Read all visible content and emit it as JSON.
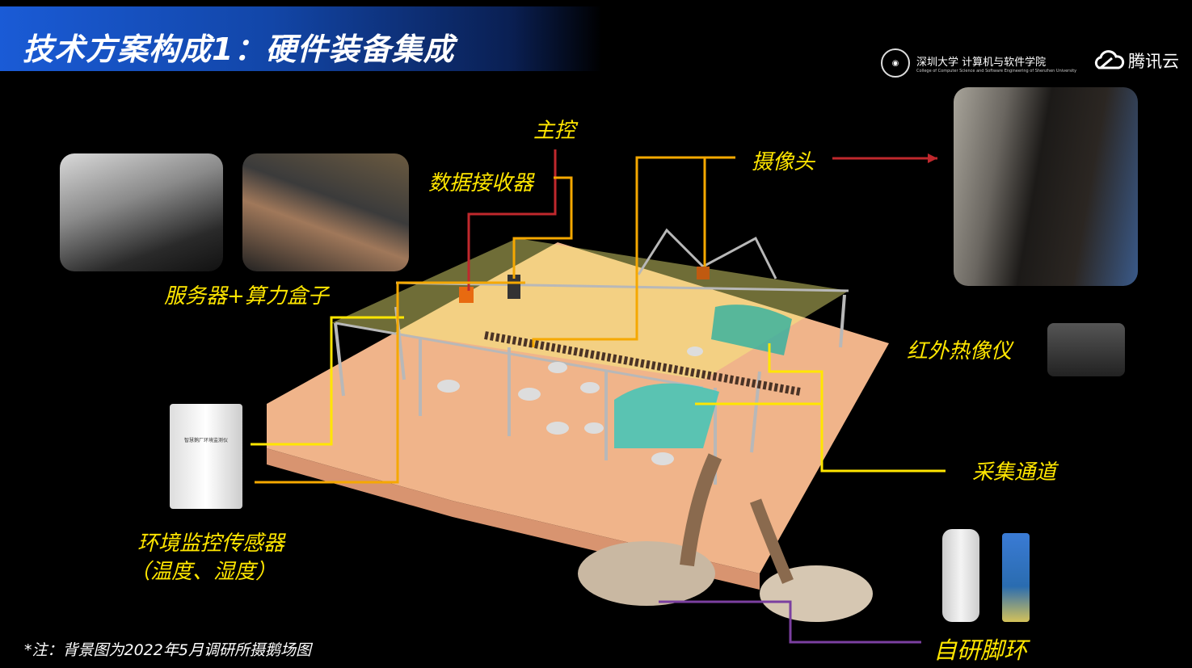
{
  "title": "技术方案构成1：硬件装备集成",
  "logos": {
    "university_cn": "深圳大学 计算机与软件学院",
    "university_en": "College of Computer Science and Software Engineering of Shenzhen University",
    "tencent": "腾讯云"
  },
  "labels": {
    "server": "服务器+算力盒子",
    "main_control": "主控",
    "data_receiver": "数据接收器",
    "camera": "摄像头",
    "thermal": "红外热像仪",
    "channel": "采集通道",
    "env_sensor_1": "环境监控传感器",
    "env_sensor_2": "（温度、湿度）",
    "leg_ring": "自研脚环",
    "sensor_box_text": "智慧鹅厂环境监测仪"
  },
  "footnote": "*注：背景图为2022年5月调研所摄鹅场图",
  "colors": {
    "accent": "#ffe600",
    "line_orange": "#f5a800",
    "line_red": "#c0282d",
    "line_purple": "#7b3fa0",
    "title_blue": "#1a5bd6"
  }
}
